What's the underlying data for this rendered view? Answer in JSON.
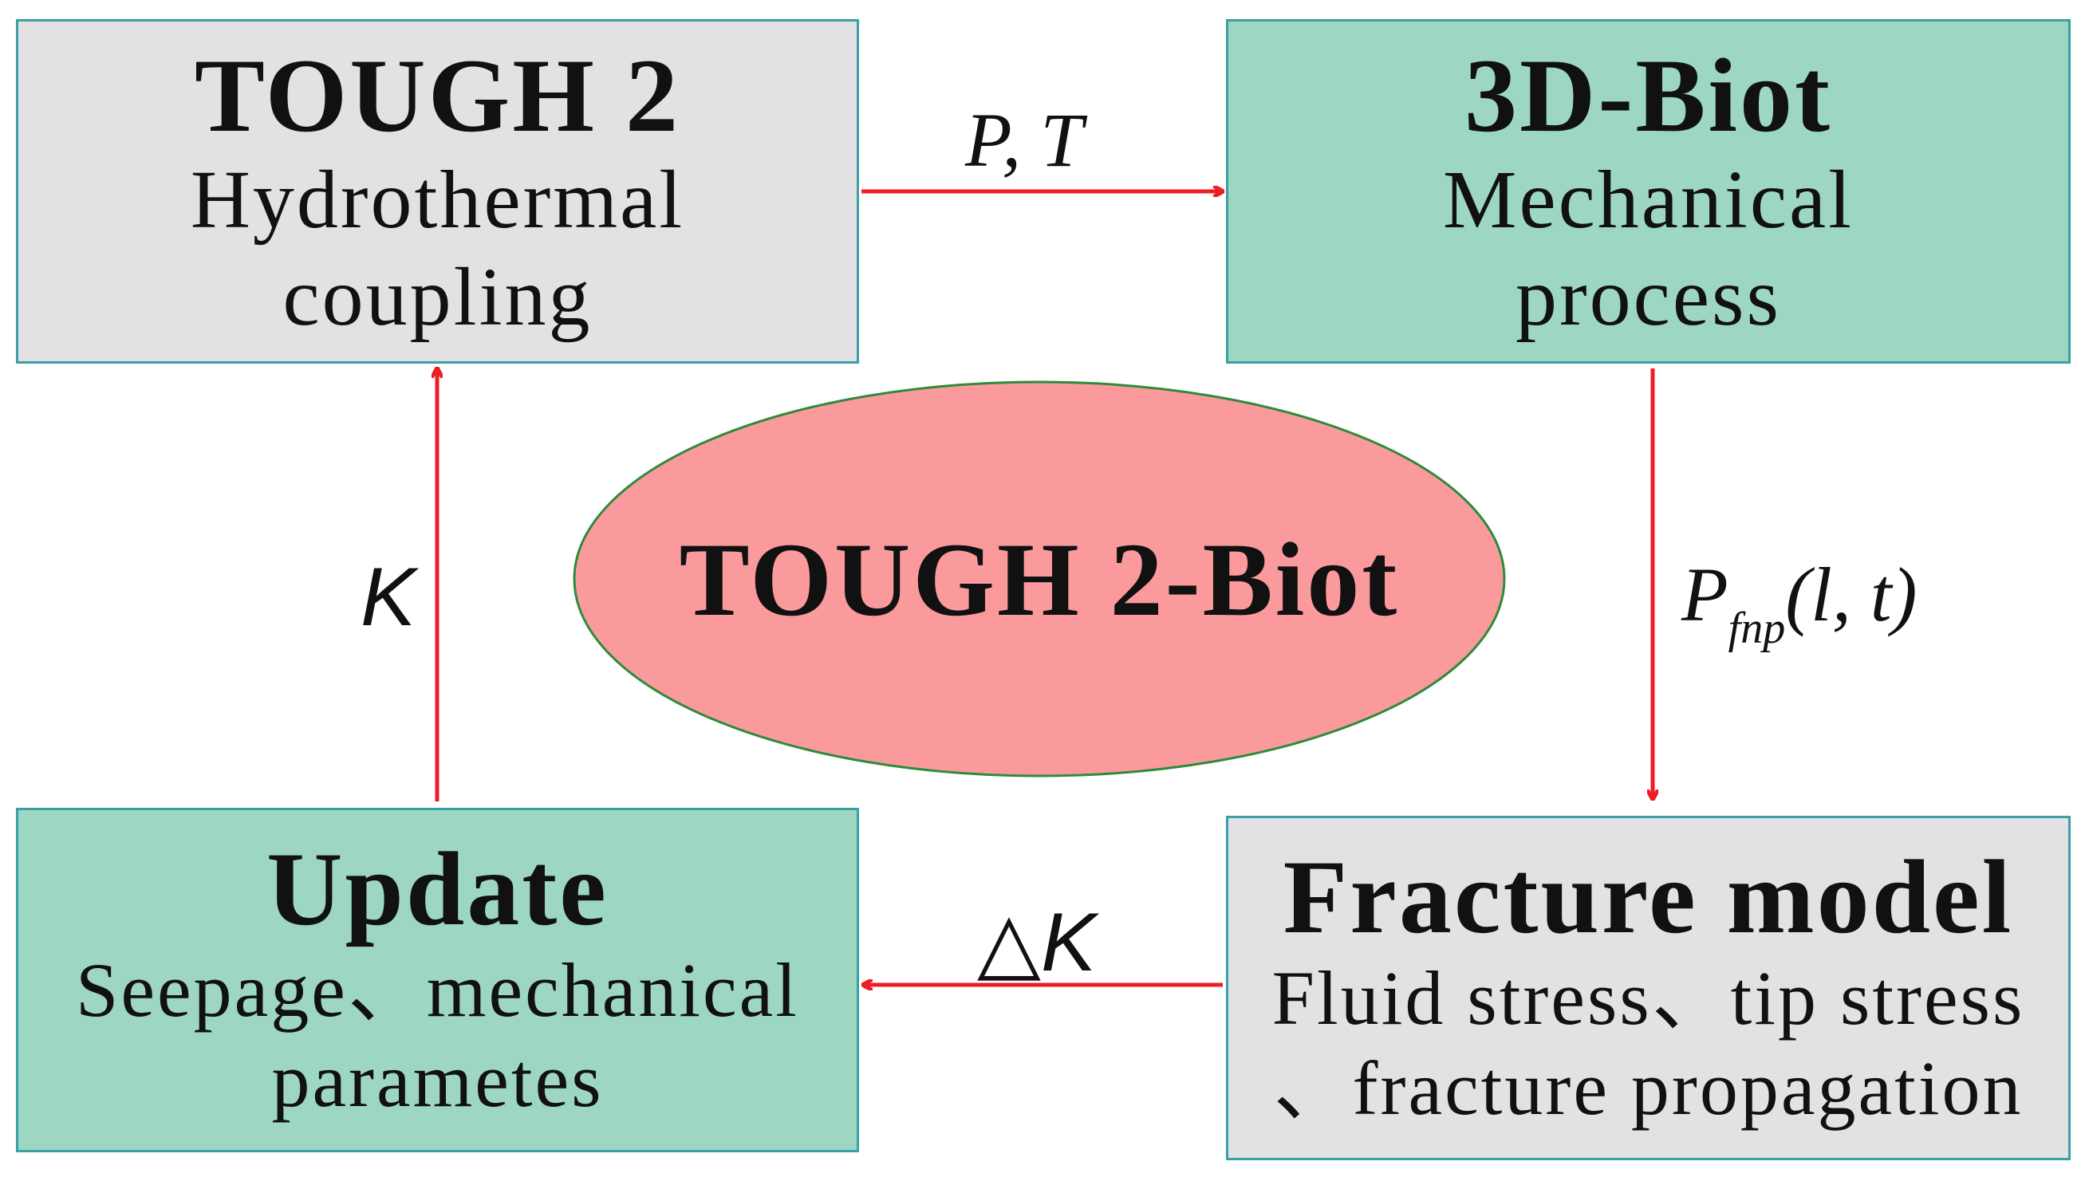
{
  "colors": {
    "box_gray": "#e2e2e4",
    "box_green": "#9dd7c2",
    "box_border": "#3aa0a6",
    "ellipse_fill": "#fb9a9d",
    "ellipse_border": "#2f8a3a",
    "arrow": "#ee1c24"
  },
  "boxes": {
    "tough2": {
      "title": "TOUGH 2",
      "line1": "Hydrothermal",
      "line2": "coupling"
    },
    "biot": {
      "title": "3D-Biot",
      "line1": "Mechanical",
      "line2": "process"
    },
    "update": {
      "title": "Update",
      "line1": "Seepage、mechanical",
      "line2": "parametes"
    },
    "fracture": {
      "title": "Fracture model",
      "line1": "Fluid stress、tip stress",
      "line2": "、fracture propagation"
    }
  },
  "center": {
    "label": "TOUGH 2-Biot"
  },
  "edges": {
    "tough2_to_biot": "P,  T",
    "biot_to_fracture_main": "P",
    "biot_to_fracture_sub": "fnp",
    "biot_to_fracture_args": "(l, t)",
    "fracture_to_update_symbol": "△",
    "fracture_to_update_var": "K",
    "update_to_tough2": "K"
  }
}
